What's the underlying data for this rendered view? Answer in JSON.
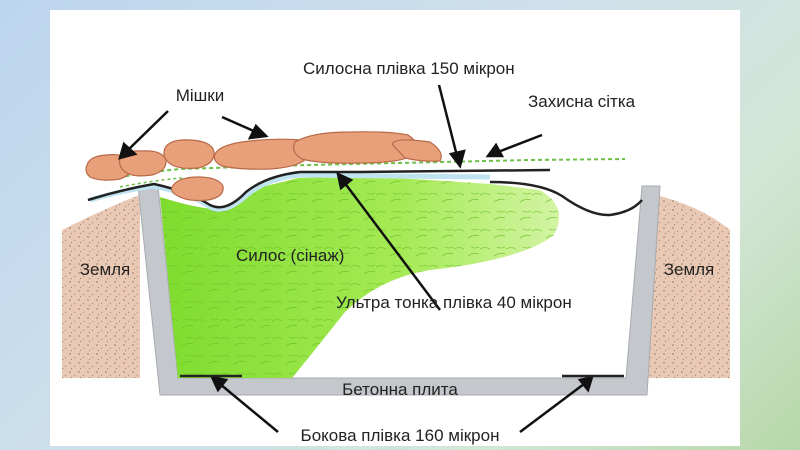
{
  "labels": {
    "bags": "Мішки",
    "silage_film": "Силосна плівка 150 мікрон",
    "protective_net": "Захисна сітка",
    "earth_left": "Земля",
    "earth_right": "Земля",
    "silage": "Силос (сінаж)",
    "ultra_thin_film": "Ультра тонка плівка 40 мікрон",
    "concrete_slab": "Бетонна плита",
    "side_film": "Бокова плівка 160 мікрон"
  },
  "colors": {
    "silage": "#8fe03a",
    "earth": "#e9c9b4",
    "wall": "#c4c7cc",
    "bags": "#e8a07a",
    "net": "#6cc04a",
    "film_light": "#bfe4f0"
  }
}
